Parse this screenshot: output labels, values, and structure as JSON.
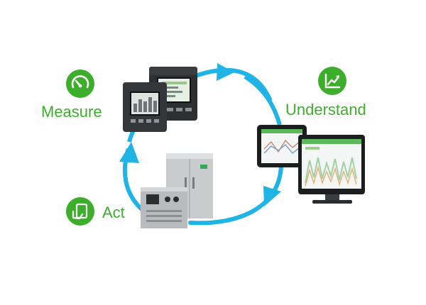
{
  "colors": {
    "accent_green": "#3dae2b",
    "cycle_arrow": "#1fb3e6",
    "device_dark": "#2d2f31",
    "device_grey": "#c9cbcc"
  },
  "steps": [
    {
      "label": "Measure",
      "icon": "gauge-icon"
    },
    {
      "label": "Understand",
      "icon": "trend-chart-icon"
    },
    {
      "label": "Act",
      "icon": "hand-tablet-icon"
    }
  ]
}
